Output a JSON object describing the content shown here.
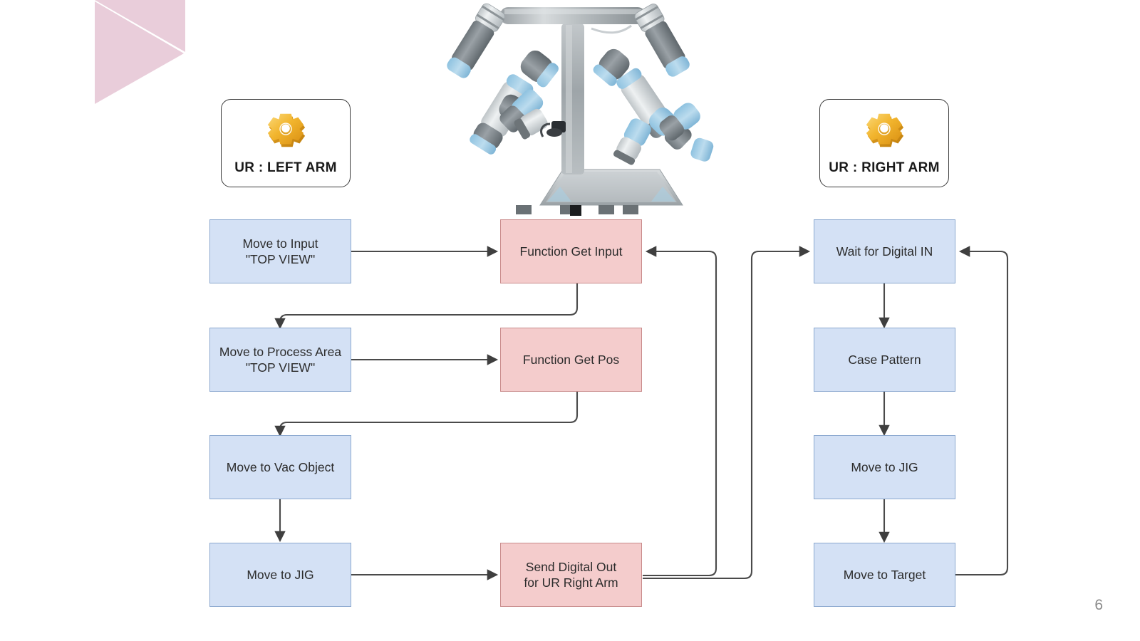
{
  "slide": {
    "page_number": "6",
    "background_color": "#ffffff",
    "decoration": {
      "name": "pink-triangle-decoration",
      "color": "#e9cdda"
    }
  },
  "illustration": {
    "name": "dual-arm-ur-robot-photo",
    "description": "Universal Robots dual arm cobot on T-stand"
  },
  "legends": [
    {
      "id": "left-arm",
      "icon": "gear-icon",
      "label": "UR : LEFT ARM"
    },
    {
      "id": "right-arm",
      "icon": "gear-icon",
      "label": "UR : RIGHT ARM"
    }
  ],
  "colors": {
    "blue_fill": "#d4e1f5",
    "blue_border": "#8ba8cf",
    "pink_fill": "#f4cccc",
    "pink_border": "#c98b8b",
    "arrow": "#4a4a4a"
  },
  "flowchart": {
    "left_column": [
      {
        "id": "move-to-input",
        "label": "Move to Input\n\"TOP VIEW\"",
        "type": "blue"
      },
      {
        "id": "move-to-process-area",
        "label": "Move to Process Area\n\"TOP VIEW\"",
        "type": "blue"
      },
      {
        "id": "move-to-vac-object",
        "label": "Move to Vac Object",
        "type": "blue"
      },
      {
        "id": "move-to-jig-left",
        "label": "Move to JIG",
        "type": "blue"
      }
    ],
    "middle_column": [
      {
        "id": "function-get-input",
        "label": "Function Get Input",
        "type": "pink"
      },
      {
        "id": "function-get-pos",
        "label": "Function Get Pos",
        "type": "pink"
      },
      {
        "id": "send-digital-out",
        "label": "Send Digital Out\nfor UR Right Arm",
        "type": "pink"
      }
    ],
    "right_column": [
      {
        "id": "wait-for-digital-in",
        "label": "Wait for Digital IN",
        "type": "blue"
      },
      {
        "id": "case-pattern",
        "label": "Case Pattern",
        "type": "blue"
      },
      {
        "id": "move-to-jig-right",
        "label": "Move to JIG",
        "type": "blue"
      },
      {
        "id": "move-to-target",
        "label": "Move to Target",
        "type": "blue"
      }
    ],
    "connections": [
      {
        "from": "move-to-input",
        "to": "function-get-input"
      },
      {
        "from": "function-get-input",
        "to": "move-to-process-area"
      },
      {
        "from": "move-to-process-area",
        "to": "function-get-pos"
      },
      {
        "from": "function-get-pos",
        "to": "move-to-vac-object"
      },
      {
        "from": "move-to-vac-object",
        "to": "move-to-jig-left"
      },
      {
        "from": "move-to-jig-left",
        "to": "send-digital-out"
      },
      {
        "from": "send-digital-out",
        "to": "function-get-input"
      },
      {
        "from": "send-digital-out",
        "to": "wait-for-digital-in"
      },
      {
        "from": "wait-for-digital-in",
        "to": "case-pattern"
      },
      {
        "from": "case-pattern",
        "to": "move-to-jig-right"
      },
      {
        "from": "move-to-jig-right",
        "to": "move-to-target"
      },
      {
        "from": "move-to-target",
        "to": "wait-for-digital-in"
      }
    ]
  }
}
